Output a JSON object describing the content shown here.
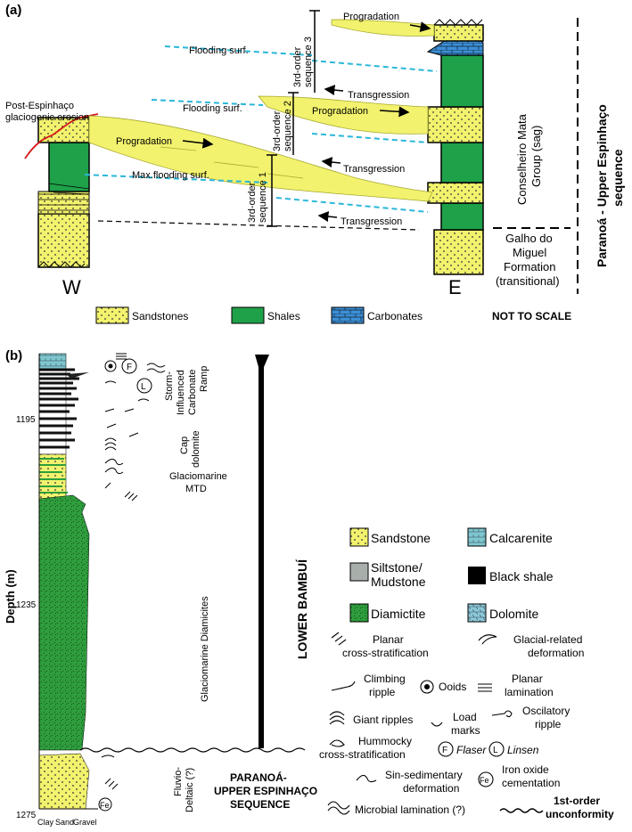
{
  "colors": {
    "sand": "#f2f26e",
    "shale": "#1fa14a",
    "carbonate": "#3c8fd6",
    "diamictite": "#2f9e3d",
    "flood": "#29b7d8",
    "sandDark": "#d9d94a"
  },
  "panel_a": {
    "label": "(a)",
    "erosion": "Post-Espinhaço glaciogenic erosion",
    "erosion_l1": "Post-Espinhaço",
    "erosion_l2": "glaciogenic erosion",
    "prog1": "Progradation",
    "prog2": "Progradation",
    "prog3": "Progradation",
    "flood1": "Flooding surf.",
    "flood2": "Flooding surf.",
    "maxflood": "Max.flooding surf.",
    "trans1": "Transgression",
    "trans2": "Transgression",
    "trans3": "Transgression",
    "seq1_l1": "3rd-order",
    "seq1_l2": "sequence 1",
    "seq2_l1": "3rd-order",
    "seq2_l2": "sequence 2",
    "seq3_l1": "3rd-order",
    "seq3_l2": "sequence 3",
    "w": "W",
    "e": "E",
    "cm_l1": "Conselheiro Mata",
    "cm_l2": "Group (sag)",
    "gm_l1": "Galho do",
    "gm_l2": "Miguel",
    "gm_l3": "Formation",
    "gm_l4": "(transitional)",
    "pue_l1": "Paranoá - Upper Espinhaço",
    "pue_l2": "sequence",
    "legend": {
      "sand": "Sandstones",
      "shale": "Shales",
      "carb": "Carbonates"
    },
    "not_to_scale": "NOT TO SCALE"
  },
  "panel_b": {
    "label": "(b)",
    "ylabel": "Depth (m)",
    "depths": [
      "1195",
      "1235",
      "1275"
    ],
    "grain": [
      "Clay",
      "Sand",
      "Gravel"
    ],
    "units": {
      "storm": [
        "Storm-",
        "Influenced",
        "Carbonate",
        "Ramp"
      ],
      "cap": [
        "Cap",
        "dolomite"
      ],
      "mtd": [
        "Glaciomarine",
        "MTD"
      ],
      "diam": "Glaciomarine Diamicites",
      "fluv": [
        "Fluvio-",
        "Deltaic (?)"
      ]
    },
    "lower_bambui": "LOWER BAMBUÍ",
    "pue": [
      "PARANOÁ-",
      "UPPER ESPINHAÇO",
      "SEQUENCE"
    ],
    "litho_legend": {
      "sandstone": "Sandstone",
      "calcarenite": "Calcarenite",
      "siltstone_l1": "Siltstone/",
      "siltstone_l2": "Mudstone",
      "blackshale": "Black shale",
      "diamictite": "Diamictite",
      "dolomite": "Dolomite"
    },
    "struct_legend": {
      "planar_l1": "Planar",
      "planar_l2": "cross-stratification",
      "glacial_l1": "Glacial-related",
      "glacial_l2": "deformation",
      "climb_l1": "Climbing",
      "climb_l2": "ripple",
      "ooids": "Ooids",
      "planlam_l1": "Planar",
      "planlam_l2": "lamination",
      "giant": "Giant ripples",
      "load_l1": "Load",
      "load_l2": "marks",
      "osc_l1": "Oscilatory",
      "osc_l2": "ripple",
      "hummocky_l1": "Hummocky",
      "hummocky_l2": "cross-stratification",
      "flaser": "Flaser",
      "linsen": "Linsen",
      "sinsed_l1": "Sin-sedimentary",
      "sinsed_l2": "deformation",
      "iron_l1": "Iron oxide",
      "iron_l2": "cementation",
      "microbial": "Microbial lamination (?)",
      "unconf_l1": "1st-order",
      "unconf_l2": "unconformity",
      "sym_f": "F",
      "sym_l": "L",
      "sym_fe": "Fe"
    }
  }
}
